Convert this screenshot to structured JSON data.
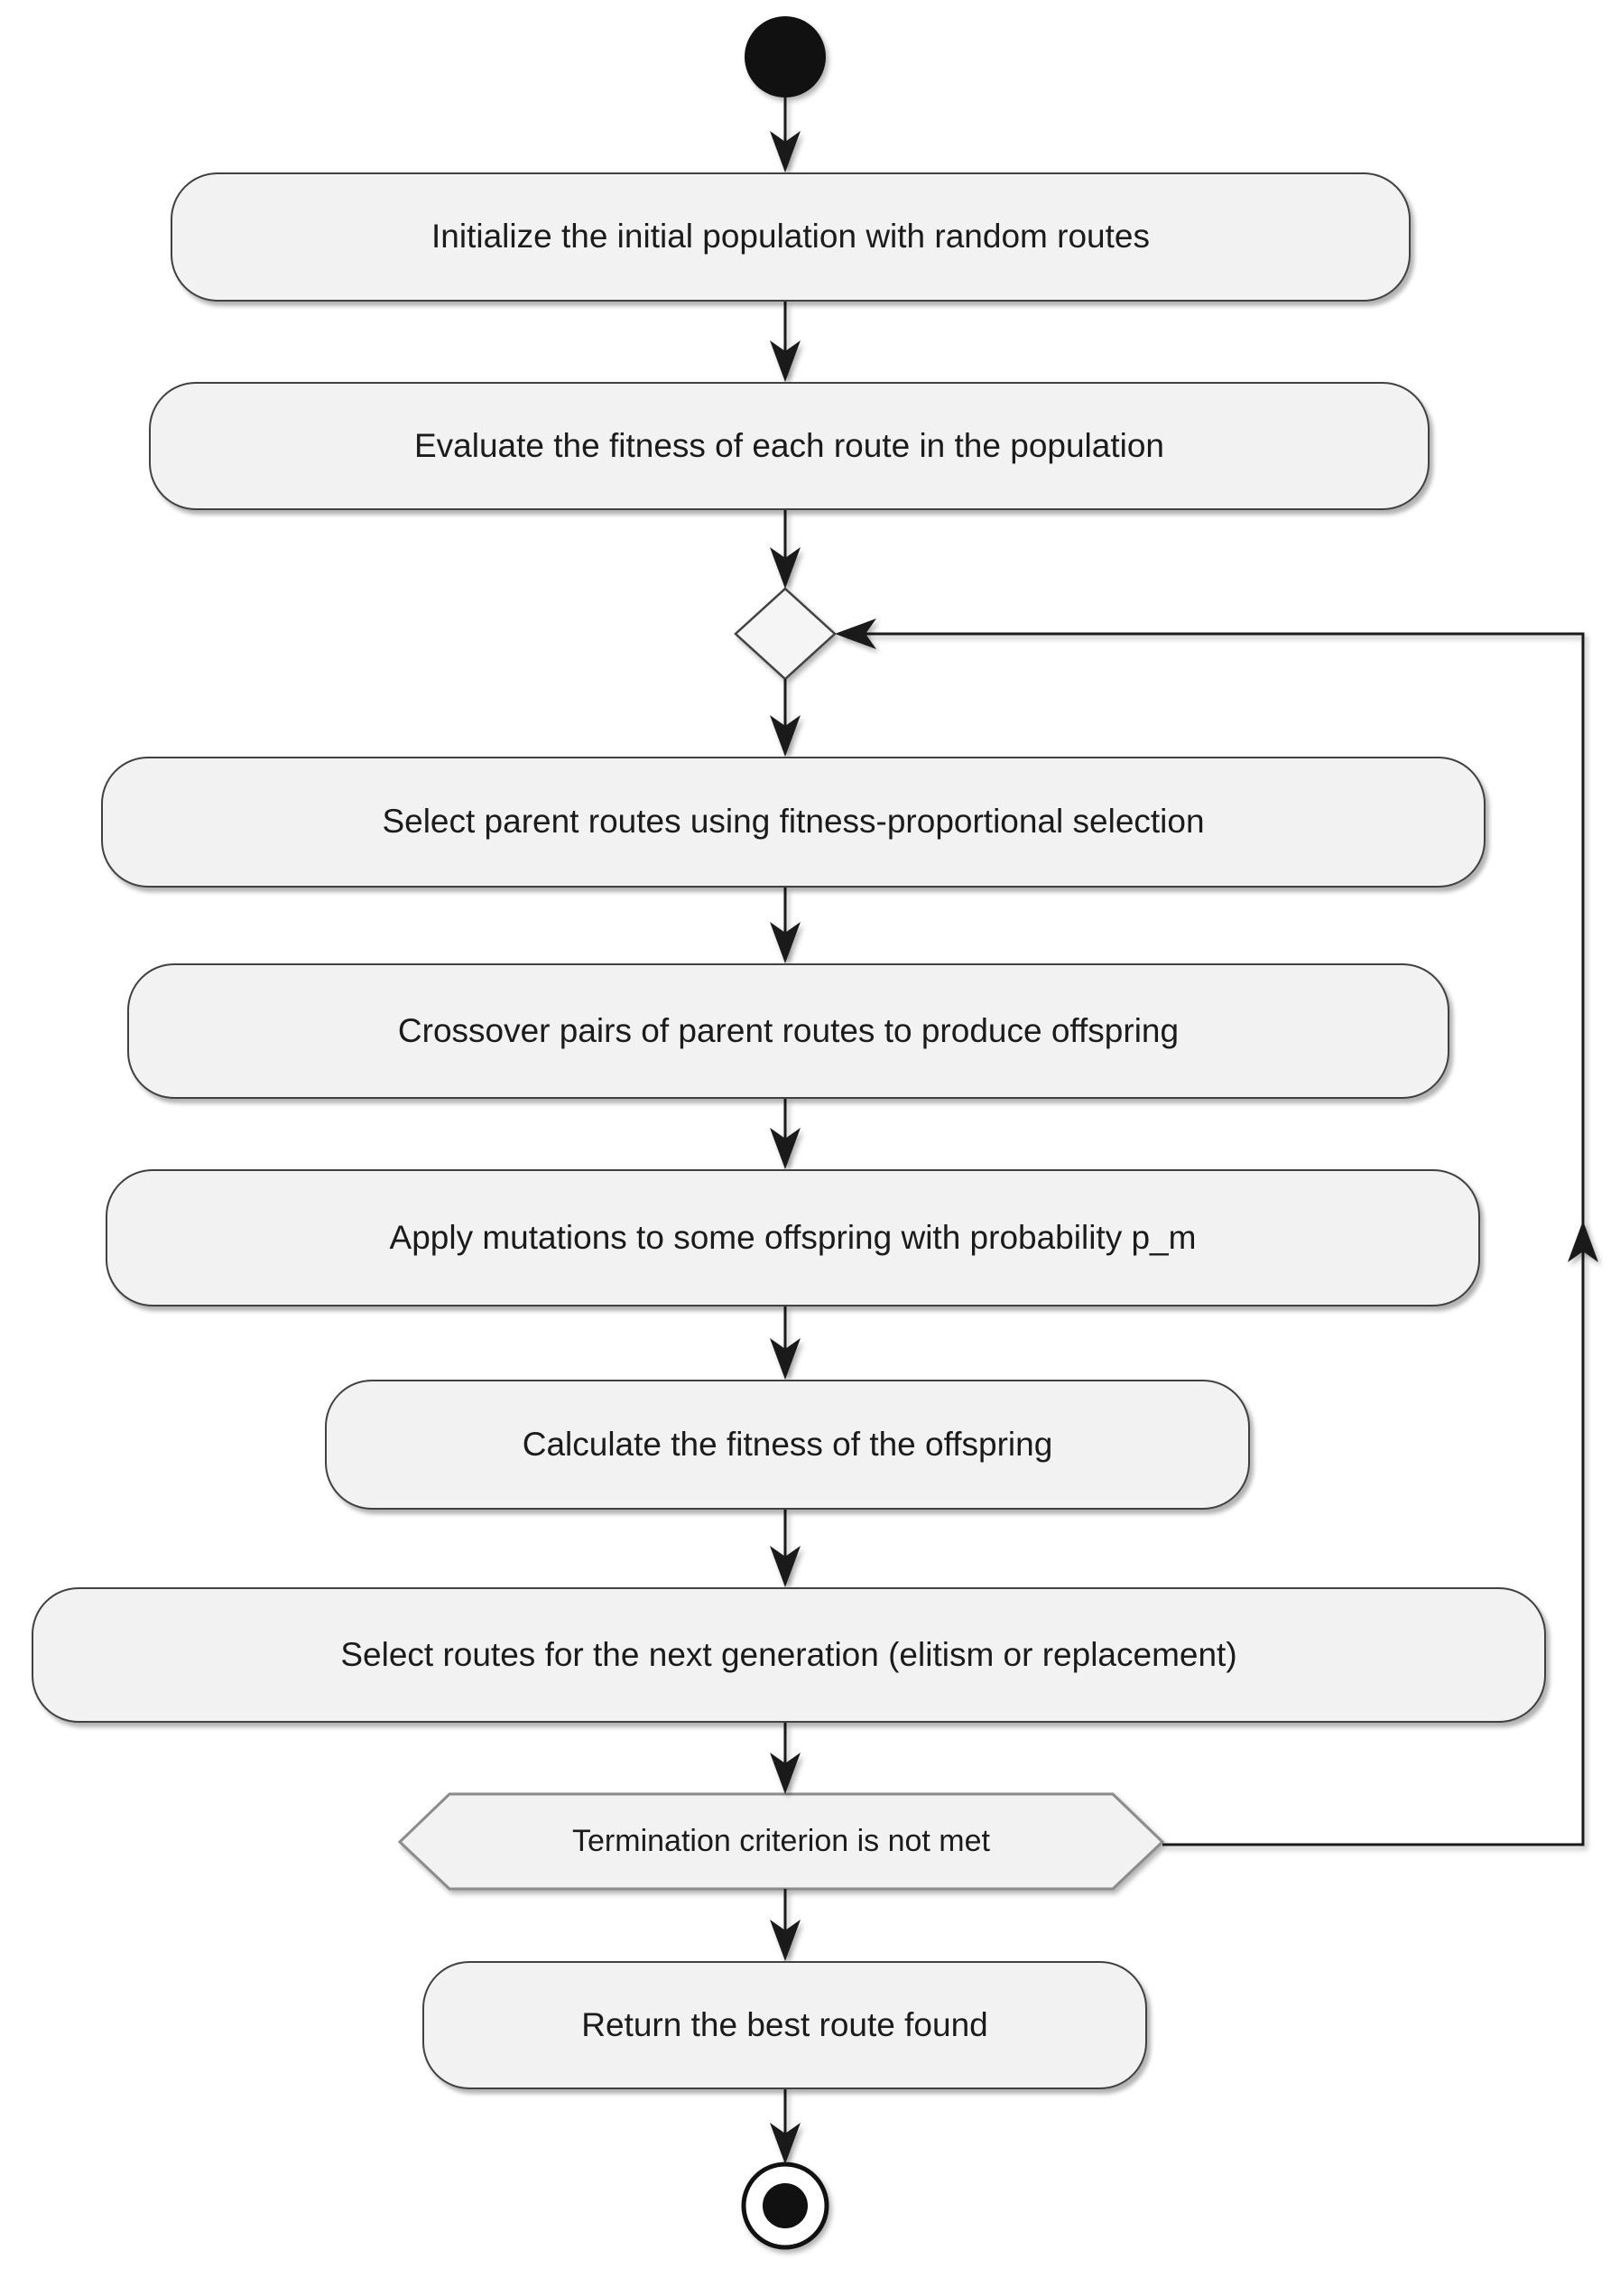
{
  "diagram": {
    "kind": "activity-flowchart",
    "background_color": "#ffffff",
    "node_fill_color": "#f2f2f2",
    "node_border_color": "#414141",
    "hexagon_border_color": "#8c8c8c",
    "edge_color": "#1a1a1a",
    "text_color": "#1b1b1b",
    "start_node": {
      "type": "initial-node"
    },
    "steps": [
      {
        "id": "initialize",
        "label": "Initialize the initial population with random routes"
      },
      {
        "id": "evaluate",
        "label": "Evaluate the fitness of each route in the population"
      },
      {
        "id": "select-parents",
        "label": "Select parent routes using fitness-proportional selection"
      },
      {
        "id": "crossover",
        "label": "Crossover pairs of parent routes to produce offspring"
      },
      {
        "id": "mutate",
        "label": "Apply mutations to some offspring with probability p_m"
      },
      {
        "id": "offspring-fitness",
        "label": "Calculate the fitness of the offspring"
      },
      {
        "id": "next-generation",
        "label": "Select routes for the next generation (elitism or replacement)"
      },
      {
        "id": "return-best",
        "label": "Return the best route found"
      }
    ],
    "loop_condition": {
      "label": "Termination criterion is not met"
    },
    "end_node": {
      "type": "final-node"
    }
  }
}
